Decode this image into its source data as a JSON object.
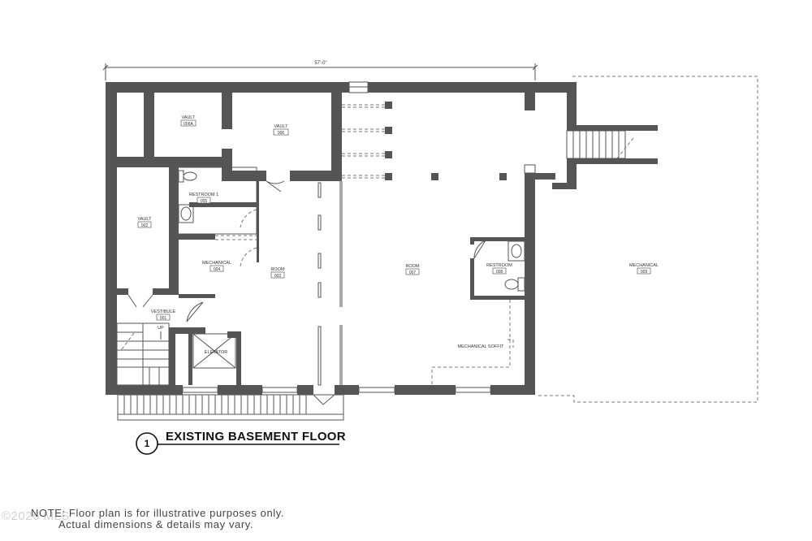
{
  "dimension": "57'-0\"",
  "rooms": [
    {
      "name": "VAULT",
      "number": "006A"
    },
    {
      "name": "VAULT",
      "number": "006"
    },
    {
      "name": "VAULT",
      "number": "002"
    },
    {
      "name": "RESTROOM 1",
      "number": "005"
    },
    {
      "name": "MECHANICAL",
      "number": "004"
    },
    {
      "name": "ROOM",
      "number": "003"
    },
    {
      "name": "ROOM",
      "number": "007"
    },
    {
      "name": "RESTROOM",
      "number": "008"
    },
    {
      "name": "MECHANICAL",
      "number": "009"
    },
    {
      "name": "VESTIBULE",
      "number": "001"
    }
  ],
  "labels": {
    "up": "UP",
    "elevator": "ELEVATOR",
    "mechanical_soffit": "MECHANICAL SOFFIT"
  },
  "title": {
    "number": "1",
    "text": "EXISTING BASEMENT FLOOR"
  },
  "note": {
    "line1": "NOTE: Floor plan is for illustrative purposes only.",
    "line2": "Actual dimensions & details may vary."
  },
  "watermark": "©2026 MLS"
}
